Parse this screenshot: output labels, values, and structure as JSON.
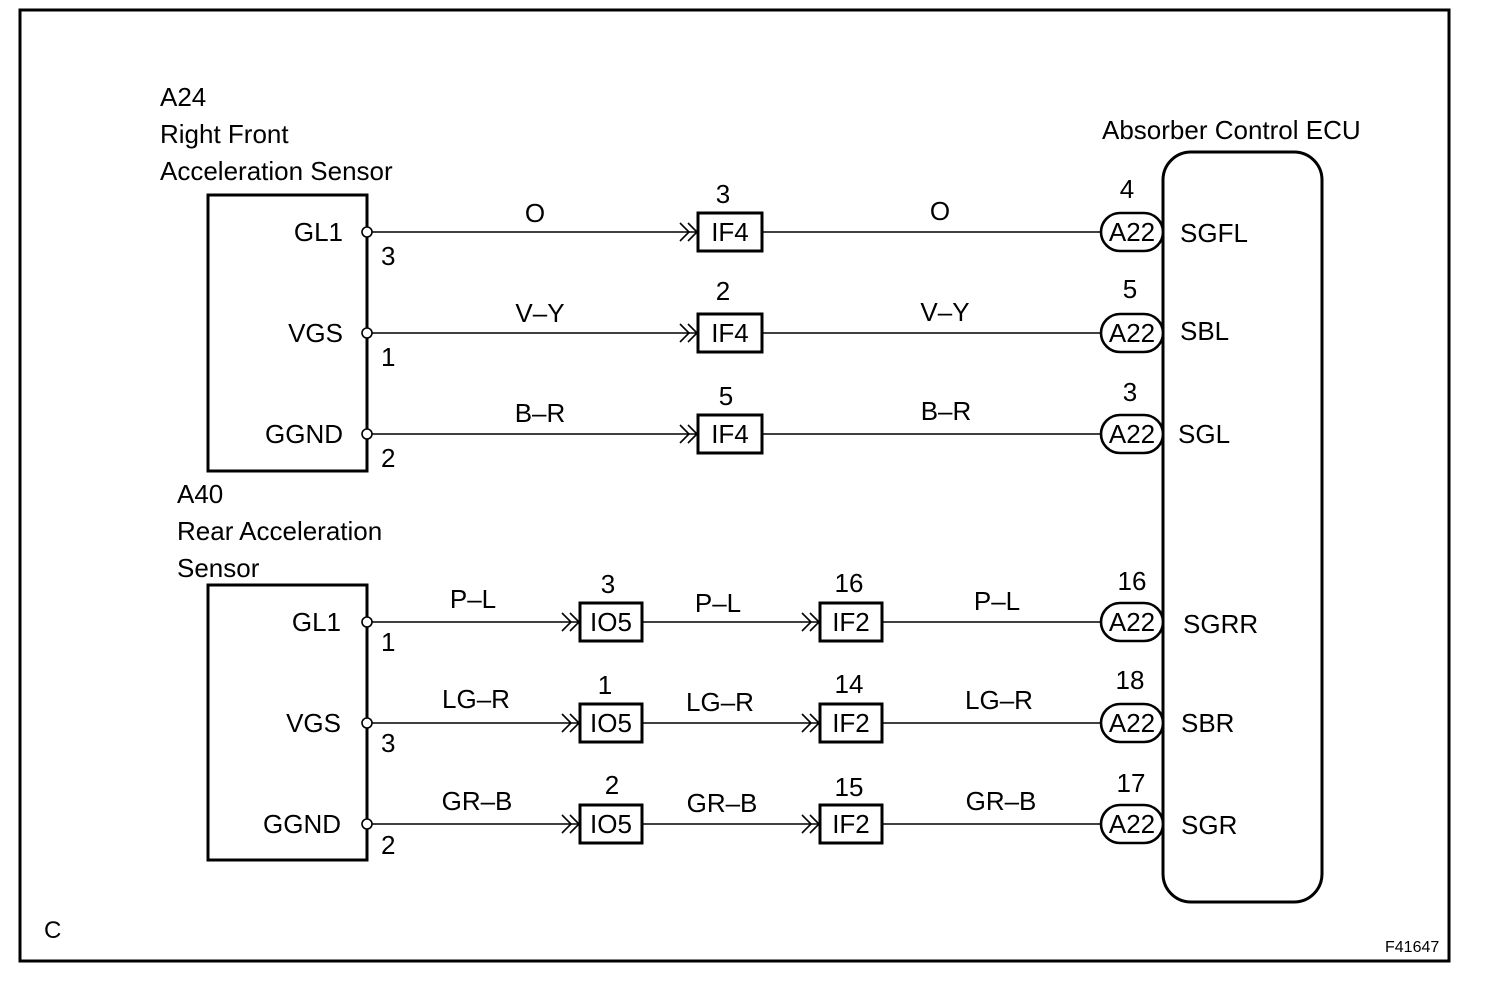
{
  "sensors": [
    {
      "code": "A24",
      "name_lines": [
        "Right Front",
        "Acceleration Sensor"
      ],
      "circuits": [
        {
          "terminal": "GL1",
          "pin": "3",
          "wires": [
            "O",
            "O"
          ],
          "junctions": [
            {
              "connector": "IF4",
              "pin": "3"
            }
          ],
          "ecu_connector": "A22",
          "ecu_pin": "4",
          "ecu_terminal": "SGFL"
        },
        {
          "terminal": "VGS",
          "pin": "1",
          "wires": [
            "V–Y",
            "V–Y"
          ],
          "junctions": [
            {
              "connector": "IF4",
              "pin": "2"
            }
          ],
          "ecu_connector": "A22",
          "ecu_pin": "5",
          "ecu_terminal": "SBL"
        },
        {
          "terminal": "GGND",
          "pin": "2",
          "wires": [
            "B–R",
            "B–R"
          ],
          "junctions": [
            {
              "connector": "IF4",
              "pin": "5"
            }
          ],
          "ecu_connector": "A22",
          "ecu_pin": "3",
          "ecu_terminal": "SGL"
        }
      ]
    },
    {
      "code": "A40",
      "name_lines": [
        "Rear Acceleration",
        "Sensor"
      ],
      "circuits": [
        {
          "terminal": "GL1",
          "pin": "1",
          "wires": [
            "P–L",
            "P–L",
            "P–L"
          ],
          "junctions": [
            {
              "connector": "IO5",
              "pin": "3"
            },
            {
              "connector": "IF2",
              "pin": "16"
            }
          ],
          "ecu_connector": "A22",
          "ecu_pin": "16",
          "ecu_terminal": "SGRR"
        },
        {
          "terminal": "VGS",
          "pin": "3",
          "wires": [
            "LG–R",
            "LG–R",
            "LG–R"
          ],
          "junctions": [
            {
              "connector": "IO5",
              "pin": "1"
            },
            {
              "connector": "IF2",
              "pin": "14"
            }
          ],
          "ecu_connector": "A22",
          "ecu_pin": "18",
          "ecu_terminal": "SBR"
        },
        {
          "terminal": "GGND",
          "pin": "2",
          "wires": [
            "GR–B",
            "GR–B",
            "GR–B"
          ],
          "junctions": [
            {
              "connector": "IO5",
              "pin": "2"
            },
            {
              "connector": "IF2",
              "pin": "15"
            }
          ],
          "ecu_connector": "A22",
          "ecu_pin": "17",
          "ecu_terminal": "SGR"
        }
      ]
    }
  ],
  "ecu": {
    "name": "Absorber Control ECU"
  },
  "corner_label": "C",
  "figure_id": "F41647"
}
